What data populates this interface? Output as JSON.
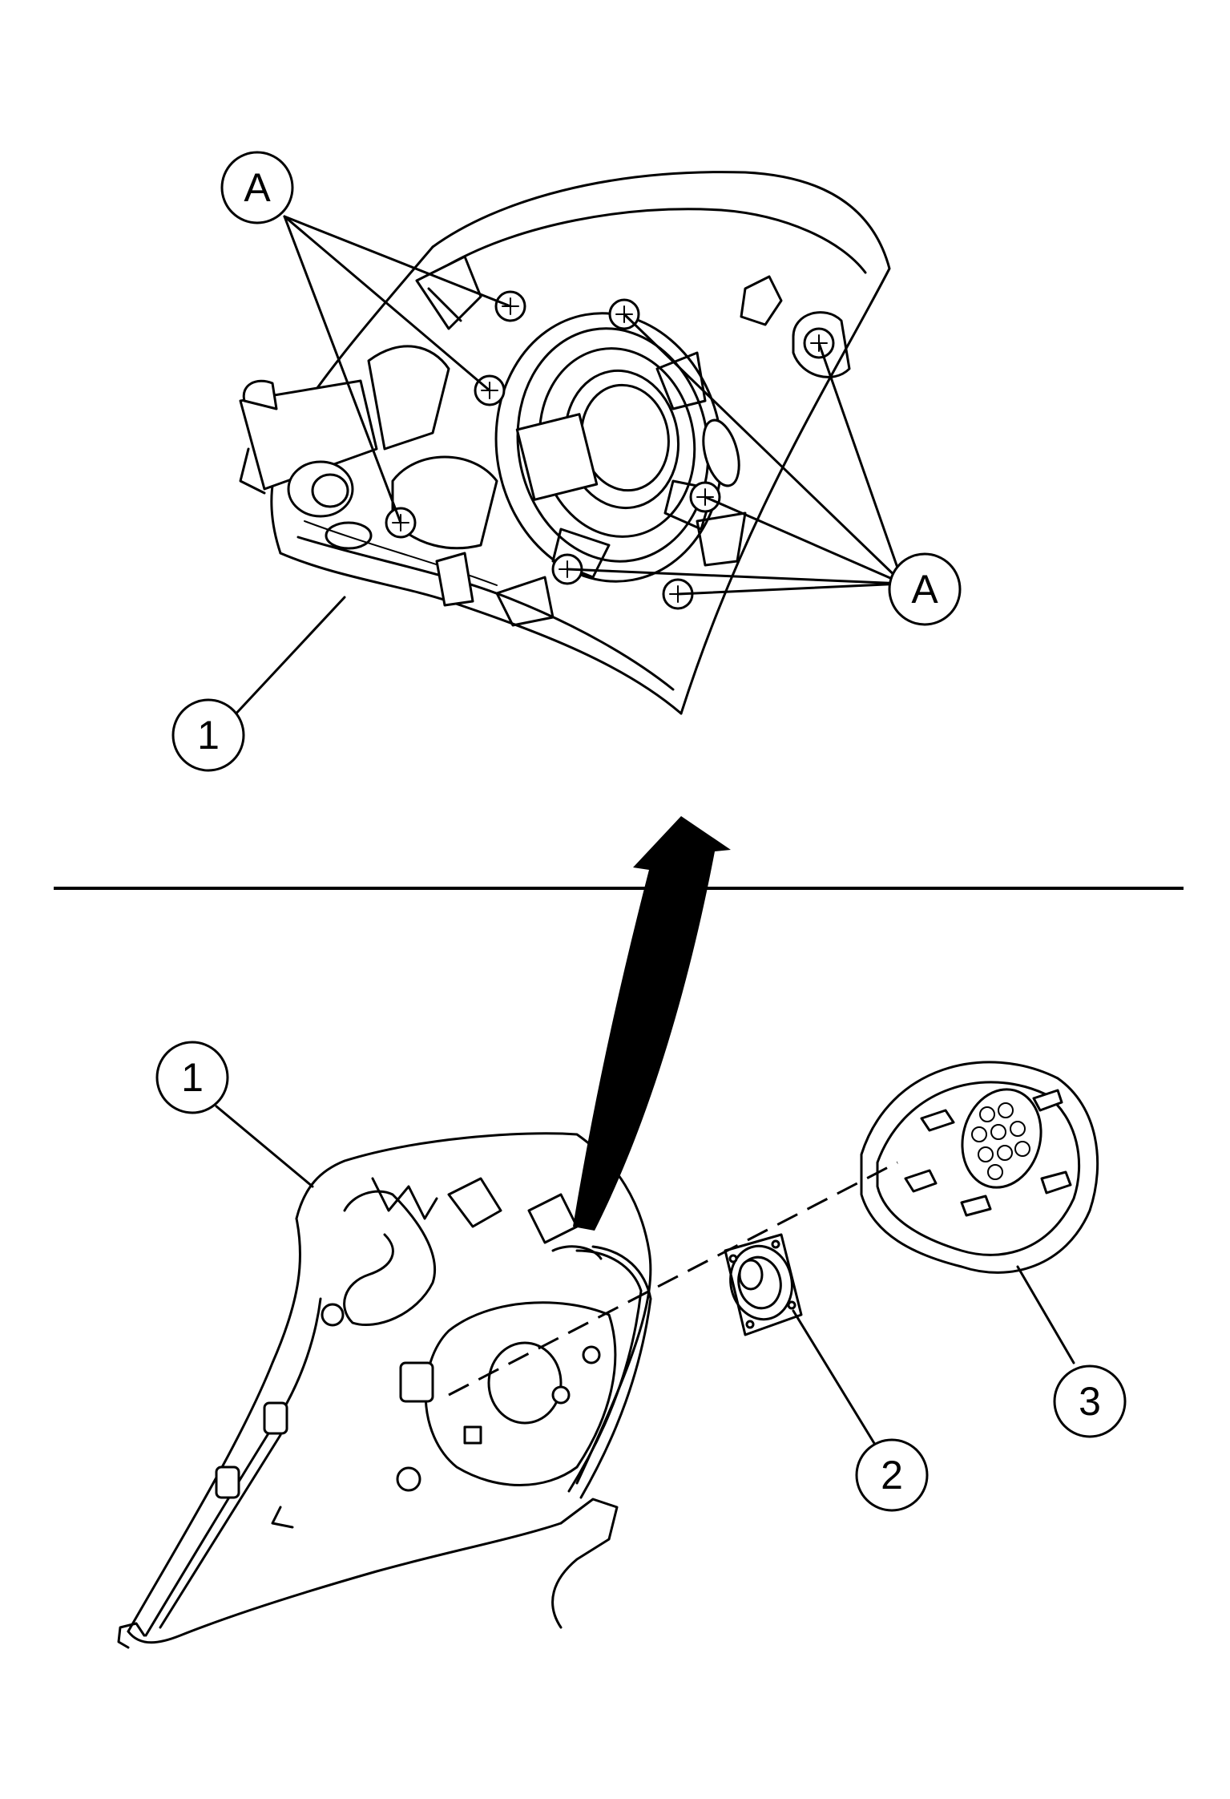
{
  "callouts": {
    "a_top_left": "A",
    "a_right": "A",
    "one_top": "1",
    "one_bottom": "1",
    "two": "2",
    "three": "3"
  }
}
